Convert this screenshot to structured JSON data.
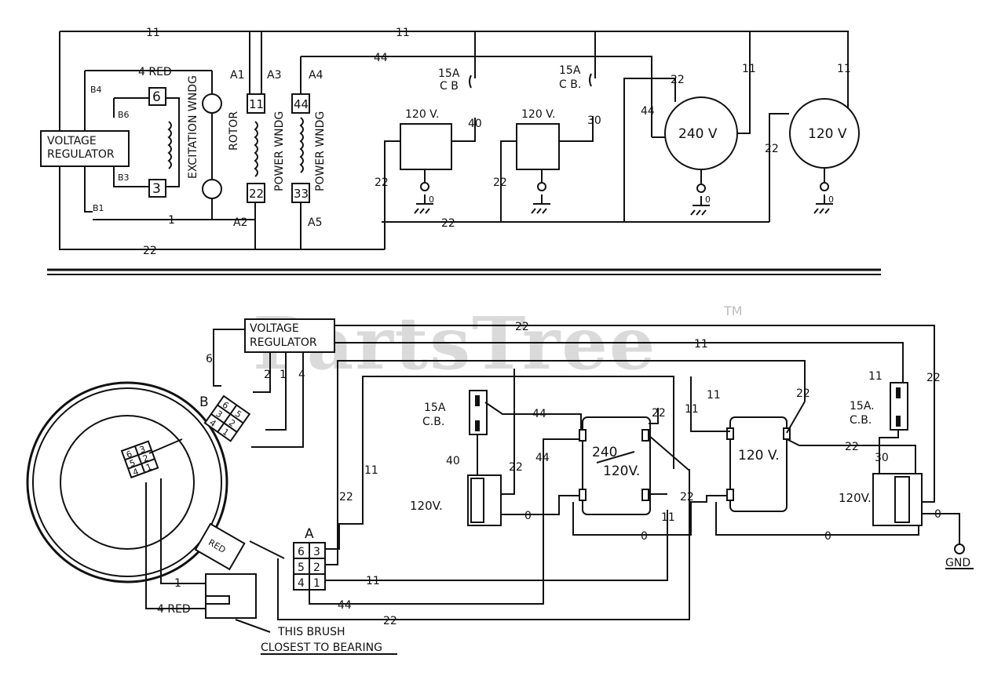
{
  "watermark": {
    "text": "PartsTree",
    "trademark": "TM"
  },
  "schematic": {
    "voltage_regulator": [
      "VOLTAGE",
      "REGULATOR"
    ],
    "terminals": {
      "b4": "B4",
      "b6": "B6",
      "b3": "B3",
      "b1": "B1",
      "a1": "A1",
      "a3": "A3",
      "a4": "A4",
      "a2": "A2",
      "a5": "A5"
    },
    "wires": {
      "w4red": "4 RED",
      "w1": "1",
      "w11a": "11",
      "w11b": "11",
      "w22bottom": "22",
      "w44": "44",
      "w22mid": "22",
      "w22l1": "22",
      "w22l2": "22",
      "w44b": "44",
      "w22c": "22",
      "w11c": "11",
      "w22d": "22",
      "w11d": "11",
      "w40": "40",
      "w30": "30"
    },
    "boxes": {
      "b6": "6",
      "b3": "3",
      "b11": "11",
      "b22": "22",
      "b44": "44",
      "b33": "33"
    },
    "windings": {
      "excitation": "EXCITATION WNDG",
      "rotor": "ROTOR",
      "power1": "POWER WNDG",
      "power2": "POWER WNDG"
    },
    "breakers": [
      {
        "rating": "15A",
        "type": "C B"
      },
      {
        "rating": "15A",
        "type": "C B."
      }
    ],
    "receptacles": {
      "r1": "120 V.",
      "r2": "120 V.",
      "r3": "240 V",
      "r4": "120 V"
    },
    "grounds": {
      "g1": "0",
      "g2": "0",
      "g3": "0"
    }
  },
  "wiring": {
    "voltage_regulator": [
      "VOLTAGE",
      "REGULATOR"
    ],
    "vr_pins": {
      "p6": "6",
      "p2": "2",
      "p1": "1",
      "p4": "4"
    },
    "connector_b": {
      "label": "B",
      "pins": [
        "6",
        "5",
        "3",
        "2",
        "4",
        "1"
      ]
    },
    "connector_a": {
      "label": "A",
      "pins": [
        "6",
        "3",
        "5",
        "2",
        "4",
        "1"
      ]
    },
    "rotor_pins": [
      "6",
      "3",
      "5",
      "2",
      "4",
      "1"
    ],
    "red_tag": "RED",
    "brush_wires": {
      "w1": "1",
      "w4red": "4 RED"
    },
    "brush_note": [
      "THIS BRUSH",
      "CLOSEST TO BEARING"
    ],
    "wire_labels": {
      "top22": "22",
      "top11": "11",
      "right22": "22",
      "a22": "22",
      "a11": "11",
      "l44": "44",
      "l22": "22",
      "l44b": "44",
      "l22b": "22",
      "m22": "22",
      "m11": "11",
      "r11": "11",
      "r22": "22",
      "r11b": "11",
      "r22b": "22",
      "w40": "40",
      "w30": "30",
      "bottom11": "11",
      "bottom44": "44",
      "bottom22": "22",
      "zero1": "0",
      "zero2": "0",
      "zero3": "0",
      "zero4": "0"
    },
    "breakers": [
      {
        "rating": "15A",
        "type": "C.B."
      },
      {
        "rating": "15A.",
        "type": "C.B."
      }
    ],
    "receptacles": {
      "left120": "120V.",
      "center": [
        "240",
        "120V."
      ],
      "mid120": "120 V.",
      "right120": "120V."
    },
    "ground": "GND"
  }
}
